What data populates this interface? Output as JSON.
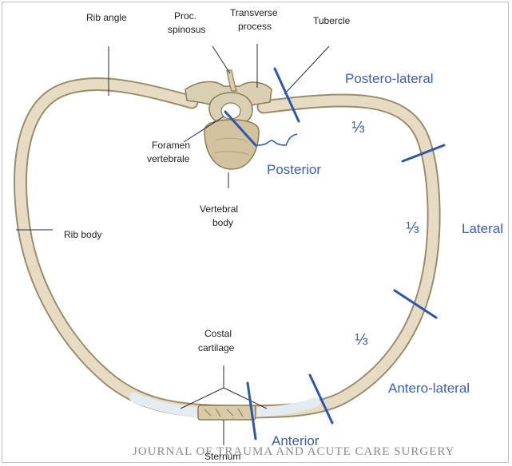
{
  "labels": {
    "rib_angle": "Rib angle",
    "proc_spinosus_1": "Proc.",
    "proc_spinosus_2": "spinosus",
    "transverse_1": "Transverse",
    "transverse_2": "process",
    "tubercle": "Tubercle",
    "foramen_1": "Foramen",
    "foramen_2": "vertebrale",
    "vertebral_1": "Vertebral",
    "vertebral_2": "body",
    "rib_body": "Rib body",
    "costal_1": "Costal",
    "costal_2": "cartilage",
    "sternum": "Sternum"
  },
  "regions": {
    "postero_lateral": "Postero-lateral",
    "posterior": "Posterior",
    "lateral": "Lateral",
    "antero_lateral": "Antero-lateral",
    "anterior": "Anterior"
  },
  "fractions": {
    "upper": "⅓",
    "middle": "⅓",
    "lower": "⅓"
  },
  "watermark": "JOURNAL OF TRAUMA AND ACUTE CARE SURGERY",
  "colors": {
    "bone_fill": "#e6dcc4",
    "bone_outline": "#9c8c6c",
    "region_line": "#2c56b0",
    "region_text": "#3a5fb4",
    "label_text": "#1c1c1c",
    "cartilage": "#e4ecf2"
  }
}
